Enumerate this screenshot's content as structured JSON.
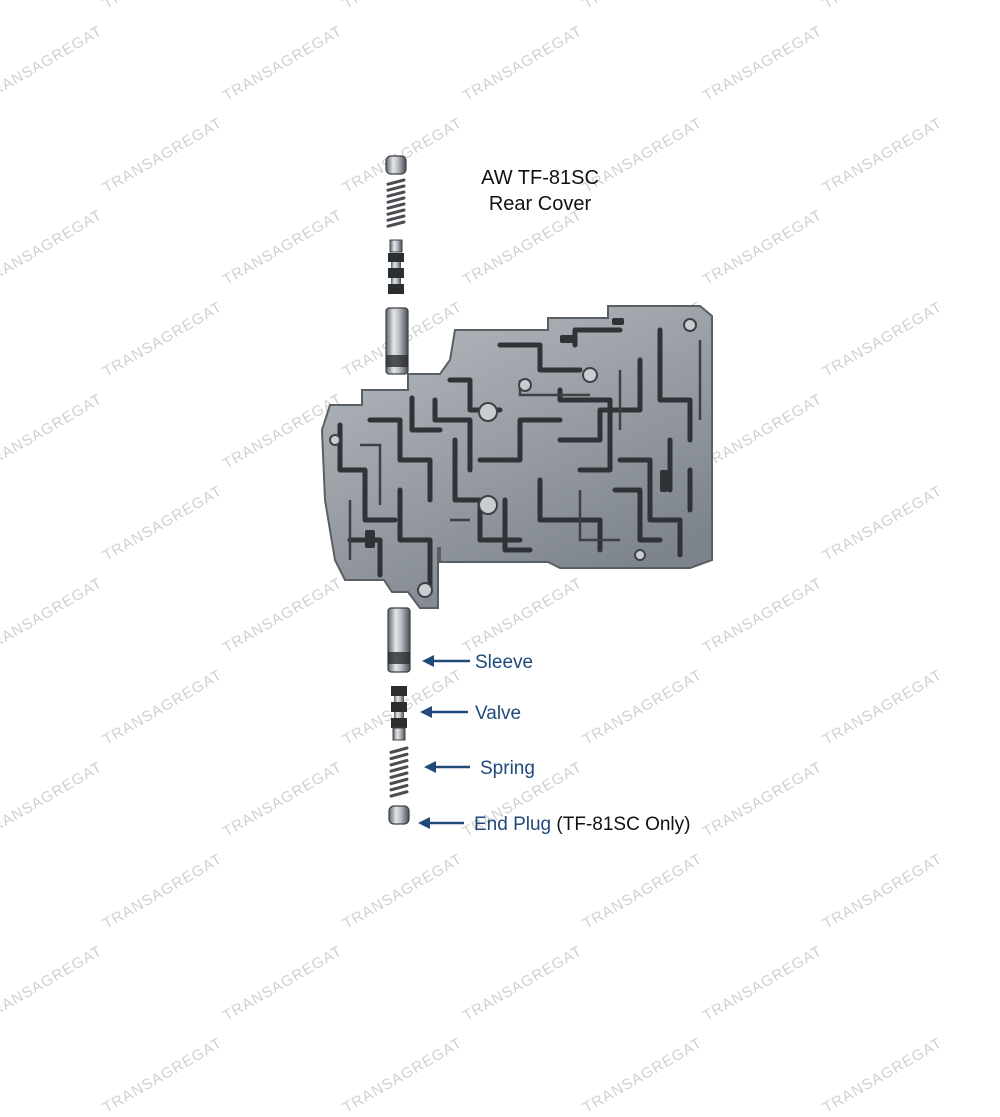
{
  "title": {
    "line1": "AW TF-81SC",
    "line2": "Rear Cover"
  },
  "callouts": [
    {
      "label": "Sleeve",
      "note": ""
    },
    {
      "label": "Valve",
      "note": ""
    },
    {
      "label": "Spring",
      "note": ""
    },
    {
      "label": "End Plug",
      "note": "(TF-81SC Only)"
    }
  ],
  "watermark": "TRANSAGREGAT",
  "colors": {
    "arrow": "#1f4a7a",
    "label": "#1f4a7a",
    "metal": "#8f959b",
    "metal_dark": "#3d4146",
    "channel": "#2f3236"
  }
}
